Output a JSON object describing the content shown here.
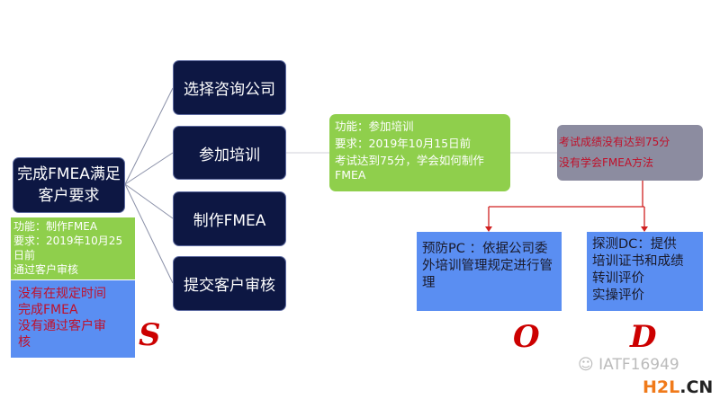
{
  "root": {
    "line1": "完成FMEA满足",
    "line2": "客户要求"
  },
  "root_function": [
    "功能：制作FMEA",
    "要求：2019年10月25",
    "日前",
    "通过客户审核"
  ],
  "root_failure": [
    "没有在规定时间",
    "完成FMEA",
    "没有通过客户审",
    "核"
  ],
  "steps": [
    "选择咨询公司",
    "参加培训",
    "制作FMEA",
    "提交客户审核"
  ],
  "training_function": [
    "功能：参加培训",
    "要求：2019年10月15日前",
    "考试达到75分，学会如何制作",
    "FMEA"
  ],
  "training_failure": [
    "考试成绩没有达到75分",
    "没有学会FMEA方法"
  ],
  "prevention": "预防PC ：依据公司委外培训管理规定进行管理",
  "detection": [
    "探测DC：提供",
    "培训证书和成绩",
    "转训评价",
    "实操评价"
  ],
  "letters": {
    "s": "S",
    "o": "O",
    "d": "D"
  },
  "watermark": {
    "account": "IATF16949",
    "site_logo": "H2L.CN"
  },
  "colors": {
    "navy": "#0d1743",
    "green": "#8fcf4c",
    "blue": "#5a8ef2",
    "gray": "#8c8ca0",
    "red": "#c0102a"
  }
}
